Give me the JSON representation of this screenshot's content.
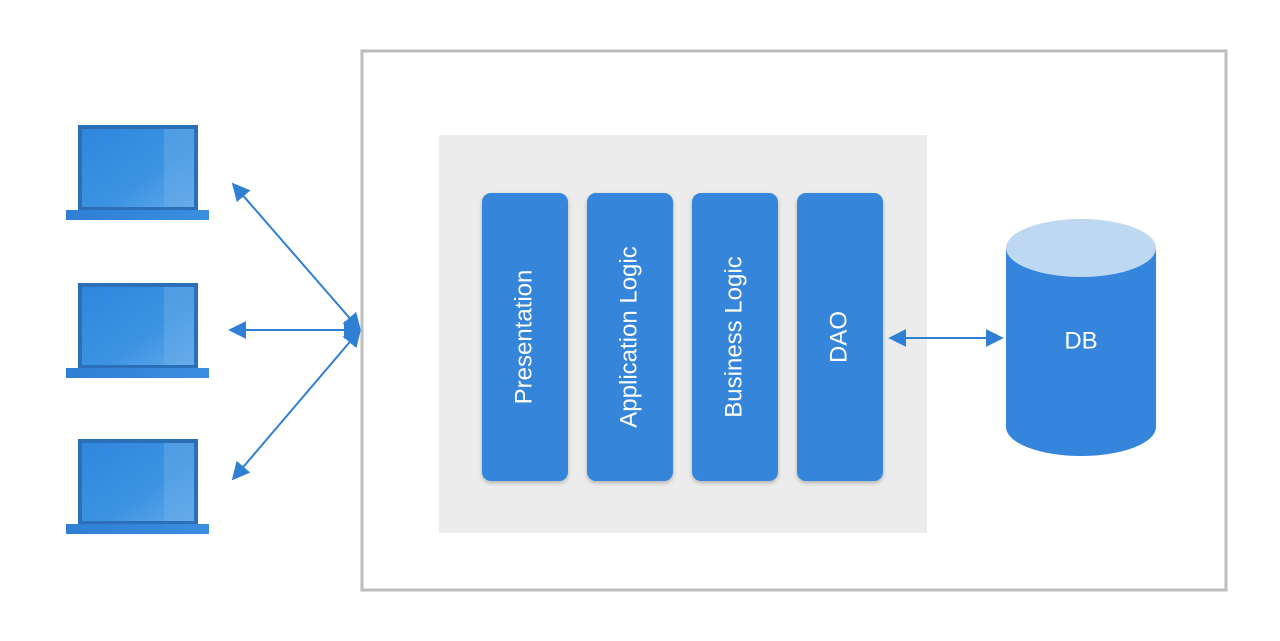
{
  "layers": [
    {
      "label": "Presentation"
    },
    {
      "label": "Application Logic"
    },
    {
      "label": "Business Logic"
    },
    {
      "label": "DAO"
    }
  ],
  "database": {
    "label": "DB"
  },
  "clients": [
    {
      "icon": "laptop-icon"
    },
    {
      "icon": "laptop-icon"
    },
    {
      "icon": "laptop-icon"
    }
  ],
  "colors": {
    "layer_fill": "#3485db",
    "layer_text": "#ffffff",
    "server_border": "#bdbdbd",
    "inner_panel": "#ececec",
    "db_body": "#3485db",
    "db_top": "#bfd8f2",
    "arrow": "#2f7fd4"
  }
}
